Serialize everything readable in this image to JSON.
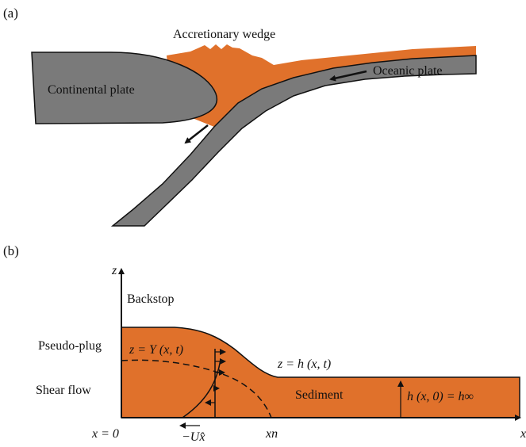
{
  "colors": {
    "sediment": "#e0712b",
    "plate": "#7a7a7a",
    "outline": "#111111",
    "background": "#ffffff"
  },
  "panel_a": {
    "label": "(a)",
    "accretionary_wedge": "Accretionary wedge",
    "continental_plate": "Continental plate",
    "oceanic_plate": "Oceanic plate"
  },
  "panel_b": {
    "label": "(b)",
    "z_axis": "z",
    "x_axis": "x",
    "backstop": "Backstop",
    "pseudo_plug": "Pseudo-plug",
    "shear_flow": "Shear flow",
    "yield_surface": "z = Y (x, t)",
    "surface": "z = h (x, t)",
    "sediment": "Sediment",
    "far_field": "h (x, 0) = h∞",
    "origin": "x = 0",
    "xn": "xn",
    "velocity": "−Ux̂"
  }
}
